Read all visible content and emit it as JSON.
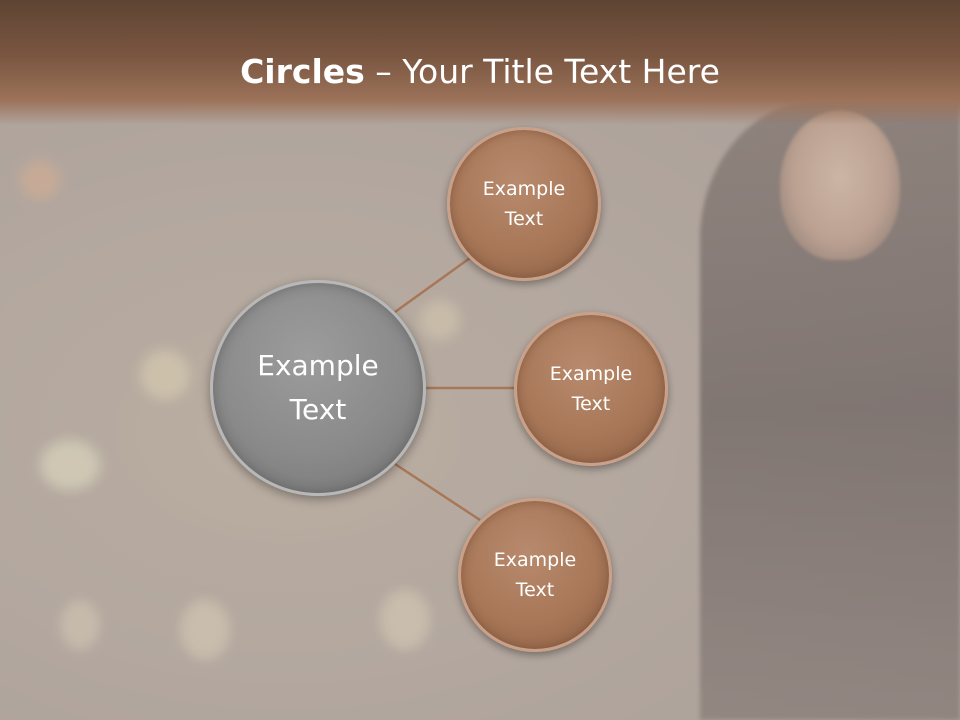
{
  "slide": {
    "title_bold": "Circles",
    "title_rest": " – Your Title Text Here",
    "center_circle": {
      "line1": "Example",
      "line2": "Text"
    },
    "satellites": [
      {
        "line1": "Example",
        "line2": "Text"
      },
      {
        "line1": "Example",
        "line2": "Text"
      },
      {
        "line1": "Example",
        "line2": "Text"
      }
    ]
  },
  "colors": {
    "header_brown": "#7a5641",
    "satellite_brown": "#a87758",
    "center_gray": "#8a8a8a",
    "connector": "#a87758"
  }
}
